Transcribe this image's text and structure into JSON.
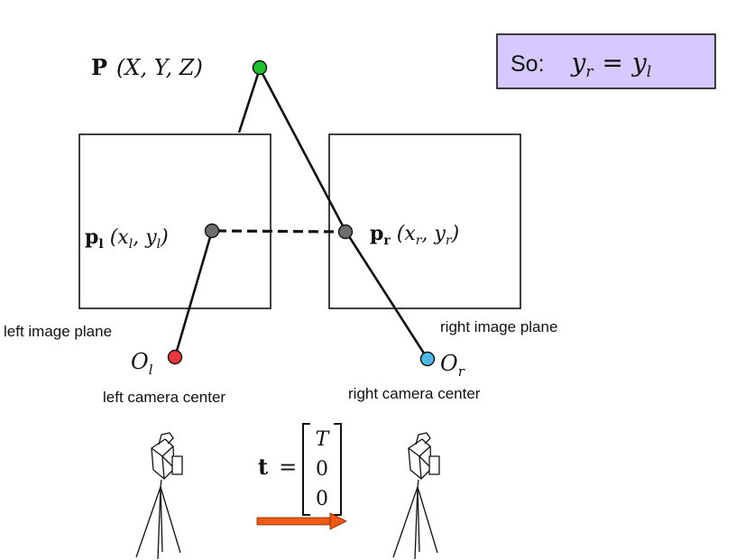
{
  "point": {
    "bold": "P",
    "coords": "(X, Y, Z)"
  },
  "callout": {
    "prefix": "So:",
    "lhs_var": "y",
    "lhs_sub": "r",
    "eq": "=",
    "rhs_var": "y",
    "rhs_sub": "l"
  },
  "left_point": {
    "bold": "p",
    "bold_sub": "l",
    "open": "(x",
    "x_sub": "l",
    "mid": ", y",
    "y_sub": "l",
    "close": ")"
  },
  "right_point": {
    "bold": "p",
    "bold_sub": "r",
    "open": "(x",
    "x_sub": "r",
    "mid": ", y",
    "y_sub": "r",
    "close": ")"
  },
  "left_plane_label": "left image plane",
  "right_plane_label": "right image plane",
  "left_center": {
    "var": "O",
    "sub": "l",
    "label": "left camera center"
  },
  "right_center": {
    "var": "O",
    "sub": "r",
    "label": "right camera center"
  },
  "translation": {
    "bold": "t",
    "eq": "=",
    "rows": [
      "T",
      "0",
      "0"
    ]
  },
  "colors": {
    "point_P": "#1fbf2f",
    "left_center": "#e8383d",
    "right_center": "#4fb9e6",
    "image_point": "#6d6d6d",
    "callout_fill": "#d5c9ff",
    "arrow": "#f05a16"
  }
}
